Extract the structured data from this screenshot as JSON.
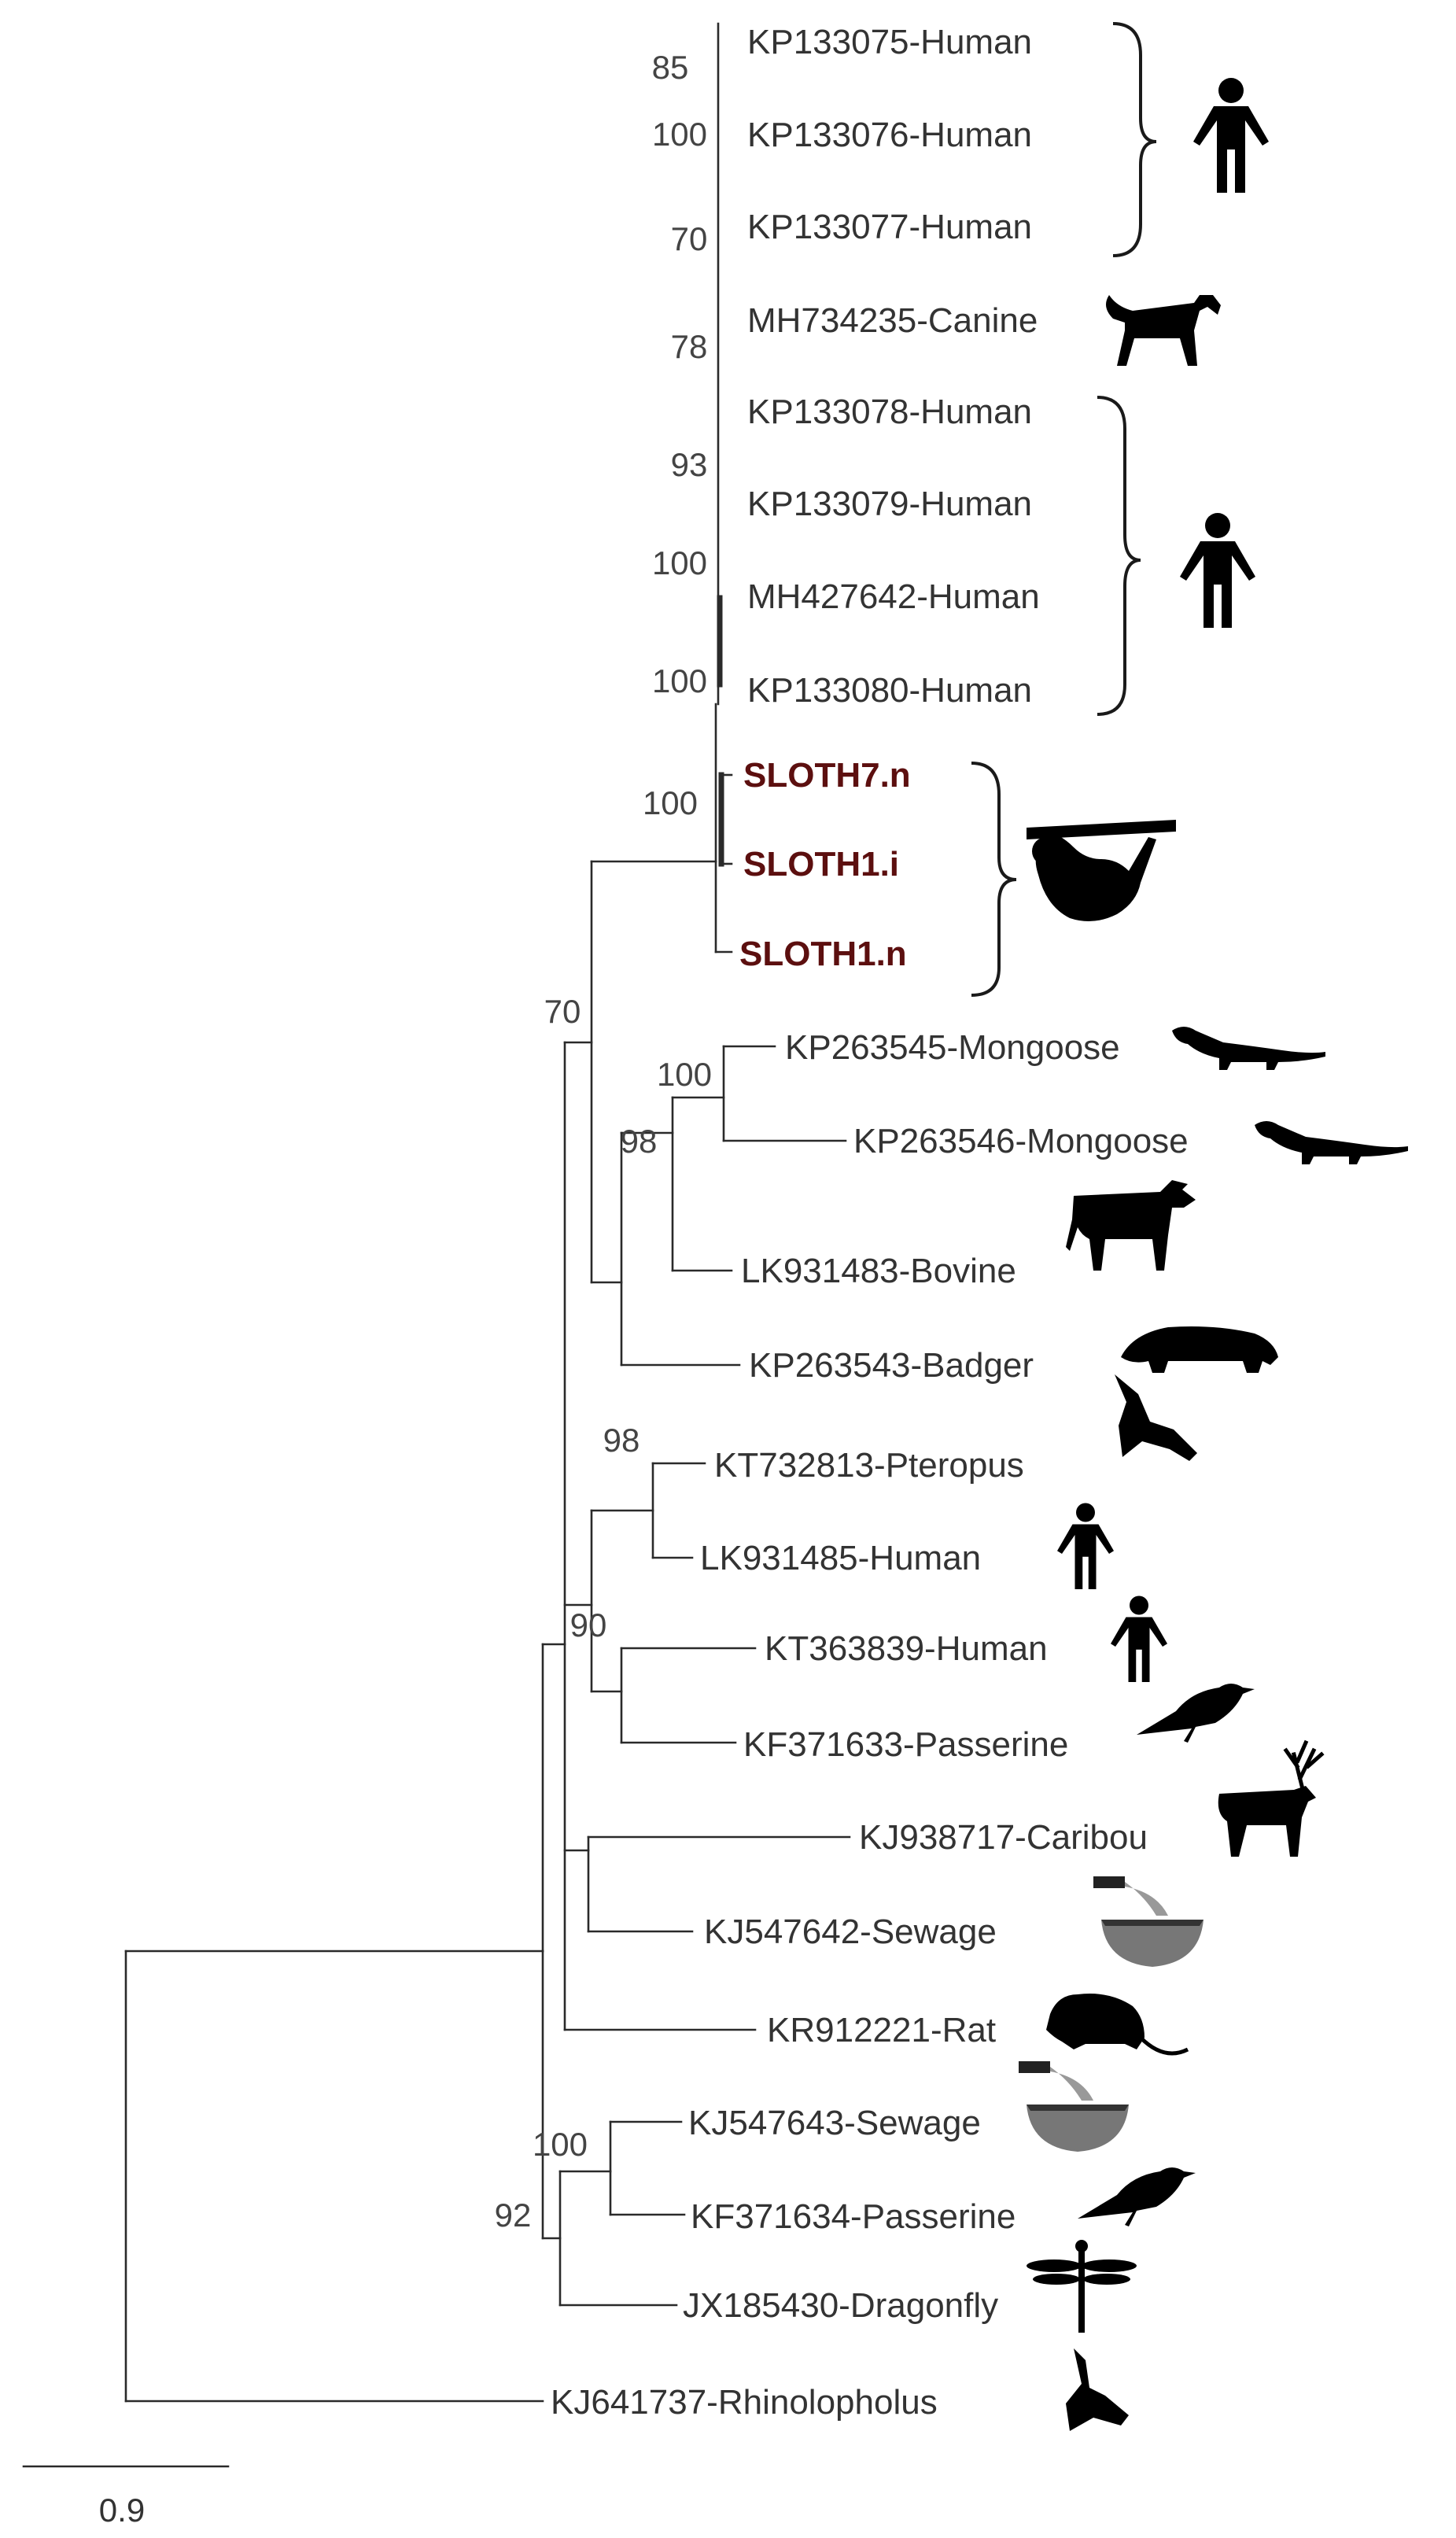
{
  "tree": {
    "leaves": [
      {
        "id": "kp133075",
        "label": "KP133075-Human",
        "icon": "human-icon"
      },
      {
        "id": "kp133076",
        "label": "KP133076-Human",
        "icon": "human-icon"
      },
      {
        "id": "kp133077",
        "label": "KP133077-Human",
        "icon": "human-icon"
      },
      {
        "id": "mh734235",
        "label": "MH734235-Canine",
        "icon": "dog-icon"
      },
      {
        "id": "kp133078",
        "label": "KP133078-Human",
        "icon": "human-icon"
      },
      {
        "id": "kp133079",
        "label": "KP133079-Human",
        "icon": "human-icon"
      },
      {
        "id": "mh427642",
        "label": "MH427642-Human",
        "icon": "human-icon"
      },
      {
        "id": "kp133080",
        "label": "KP133080-Human",
        "icon": "human-icon"
      },
      {
        "id": "sloth7n",
        "label": "SLOTH7.n",
        "icon": "sloth-icon",
        "highlight": true
      },
      {
        "id": "sloth1i",
        "label": "SLOTH1.i",
        "icon": "sloth-icon",
        "highlight": true
      },
      {
        "id": "sloth1n",
        "label": "SLOTH1.n",
        "icon": "sloth-icon",
        "highlight": true
      },
      {
        "id": "kp263545",
        "label": "KP263545-Mongoose",
        "icon": "mongoose-icon"
      },
      {
        "id": "kp263546",
        "label": "KP263546-Mongoose",
        "icon": "mongoose-icon"
      },
      {
        "id": "lk931483",
        "label": "LK931483-Bovine",
        "icon": "bull-icon"
      },
      {
        "id": "kp263543",
        "label": "KP263543-Badger",
        "icon": "badger-icon"
      },
      {
        "id": "kt732813",
        "label": "KT732813-Pteropus",
        "icon": "bat-icon"
      },
      {
        "id": "lk931485",
        "label": "LK931485-Human",
        "icon": "human-icon"
      },
      {
        "id": "kt363839",
        "label": "KT363839-Human",
        "icon": "human-icon"
      },
      {
        "id": "kf371633",
        "label": "KF371633-Passerine",
        "icon": "bird-icon"
      },
      {
        "id": "kj938717",
        "label": "KJ938717-Caribou",
        "icon": "caribou-icon"
      },
      {
        "id": "kj547642",
        "label": "KJ547642-Sewage",
        "icon": "sewage-icon"
      },
      {
        "id": "kr912221",
        "label": "KR912221-Rat",
        "icon": "rat-icon"
      },
      {
        "id": "kj547643",
        "label": "KJ547643-Sewage",
        "icon": "sewage-icon"
      },
      {
        "id": "kf371634",
        "label": "KF371634-Passerine",
        "icon": "bird-icon"
      },
      {
        "id": "jx185430",
        "label": "JX185430-Dragonfly",
        "icon": "dragonfly-icon"
      },
      {
        "id": "kj641737",
        "label": "KJ641737-Rhinolopholus",
        "icon": "bat-icon"
      }
    ],
    "bootstrap": [
      "85",
      "100",
      "70",
      "78",
      "93",
      "100",
      "100",
      "100",
      "70",
      "100",
      "98",
      "98",
      "90",
      "100",
      "92"
    ],
    "scale_bar_label": "0.9",
    "highlight_color": "#5c0f0f"
  }
}
